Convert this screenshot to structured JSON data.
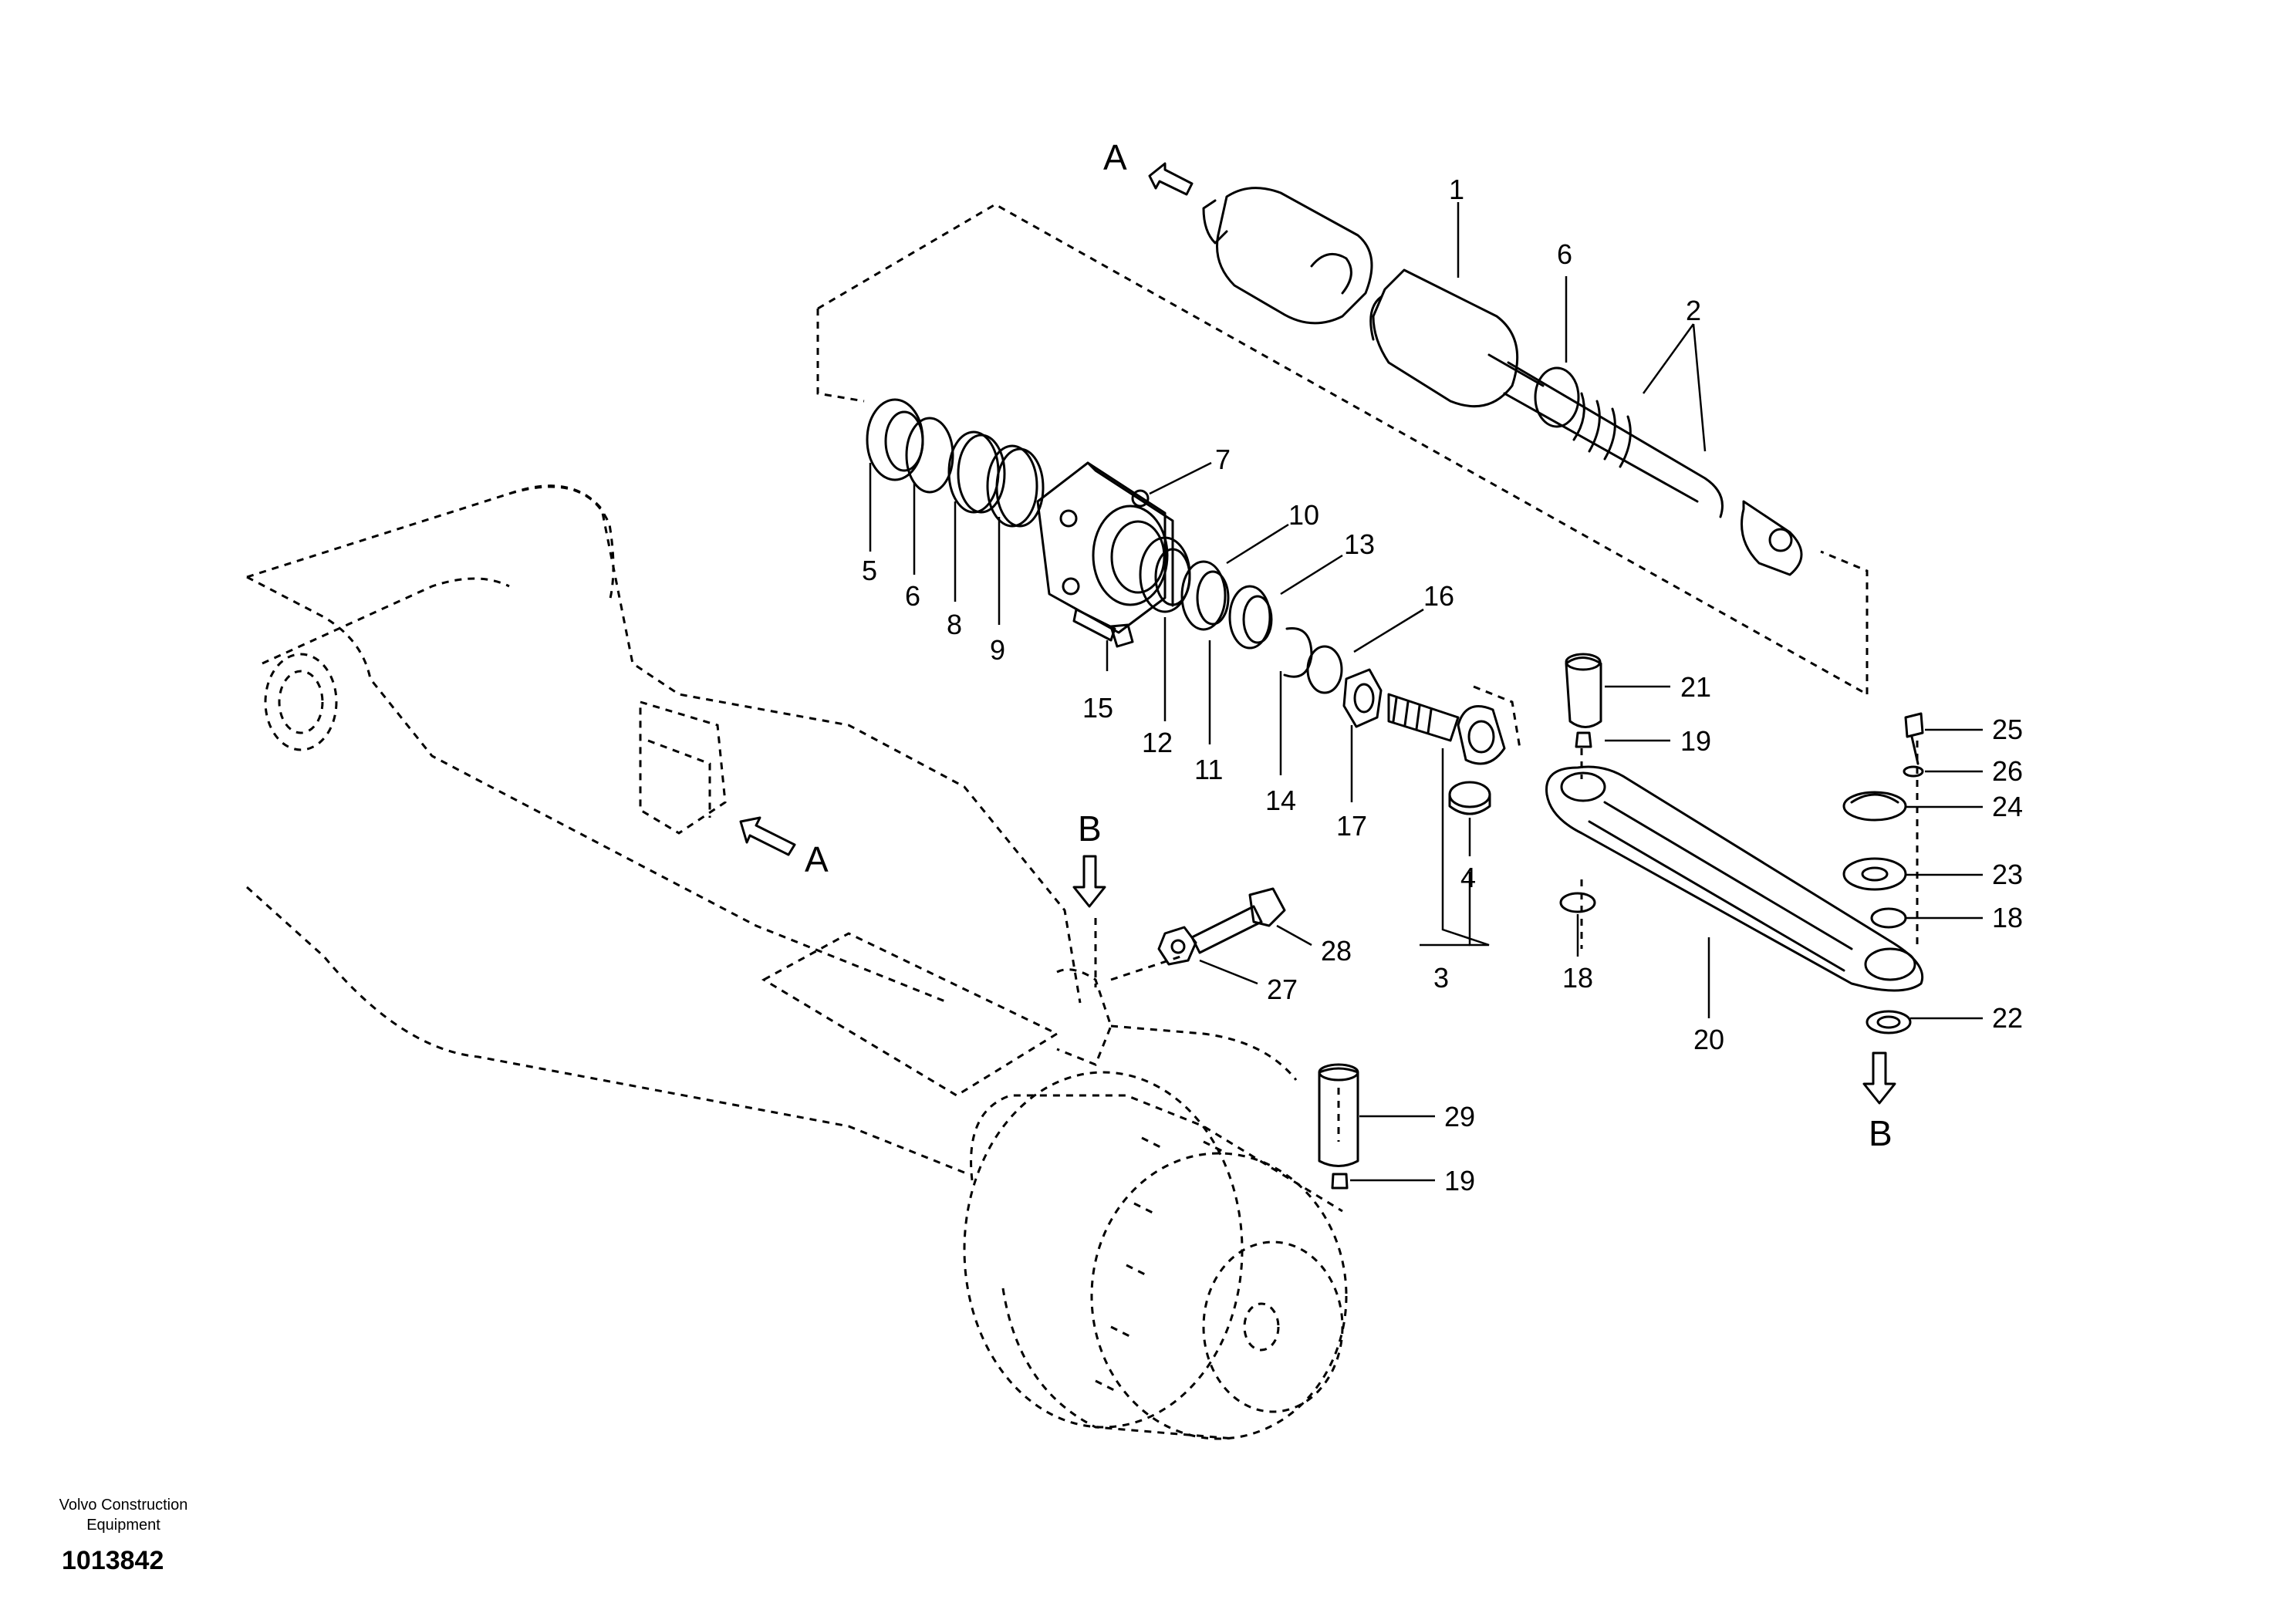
{
  "view_markers": [
    "A",
    "A",
    "B",
    "B"
  ],
  "callouts": [
    "1",
    "2",
    "6",
    "7",
    "5",
    "6",
    "8",
    "9",
    "10",
    "13",
    "16",
    "15",
    "12",
    "11",
    "14",
    "17",
    "4",
    "3",
    "21",
    "19",
    "18",
    "20",
    "25",
    "26",
    "24",
    "23",
    "18",
    "22",
    "28",
    "27",
    "29",
    "19"
  ],
  "footer": {
    "brand_line1": "Volvo Construction",
    "brand_line2": "Equipment",
    "drawing_number": "1013842"
  }
}
